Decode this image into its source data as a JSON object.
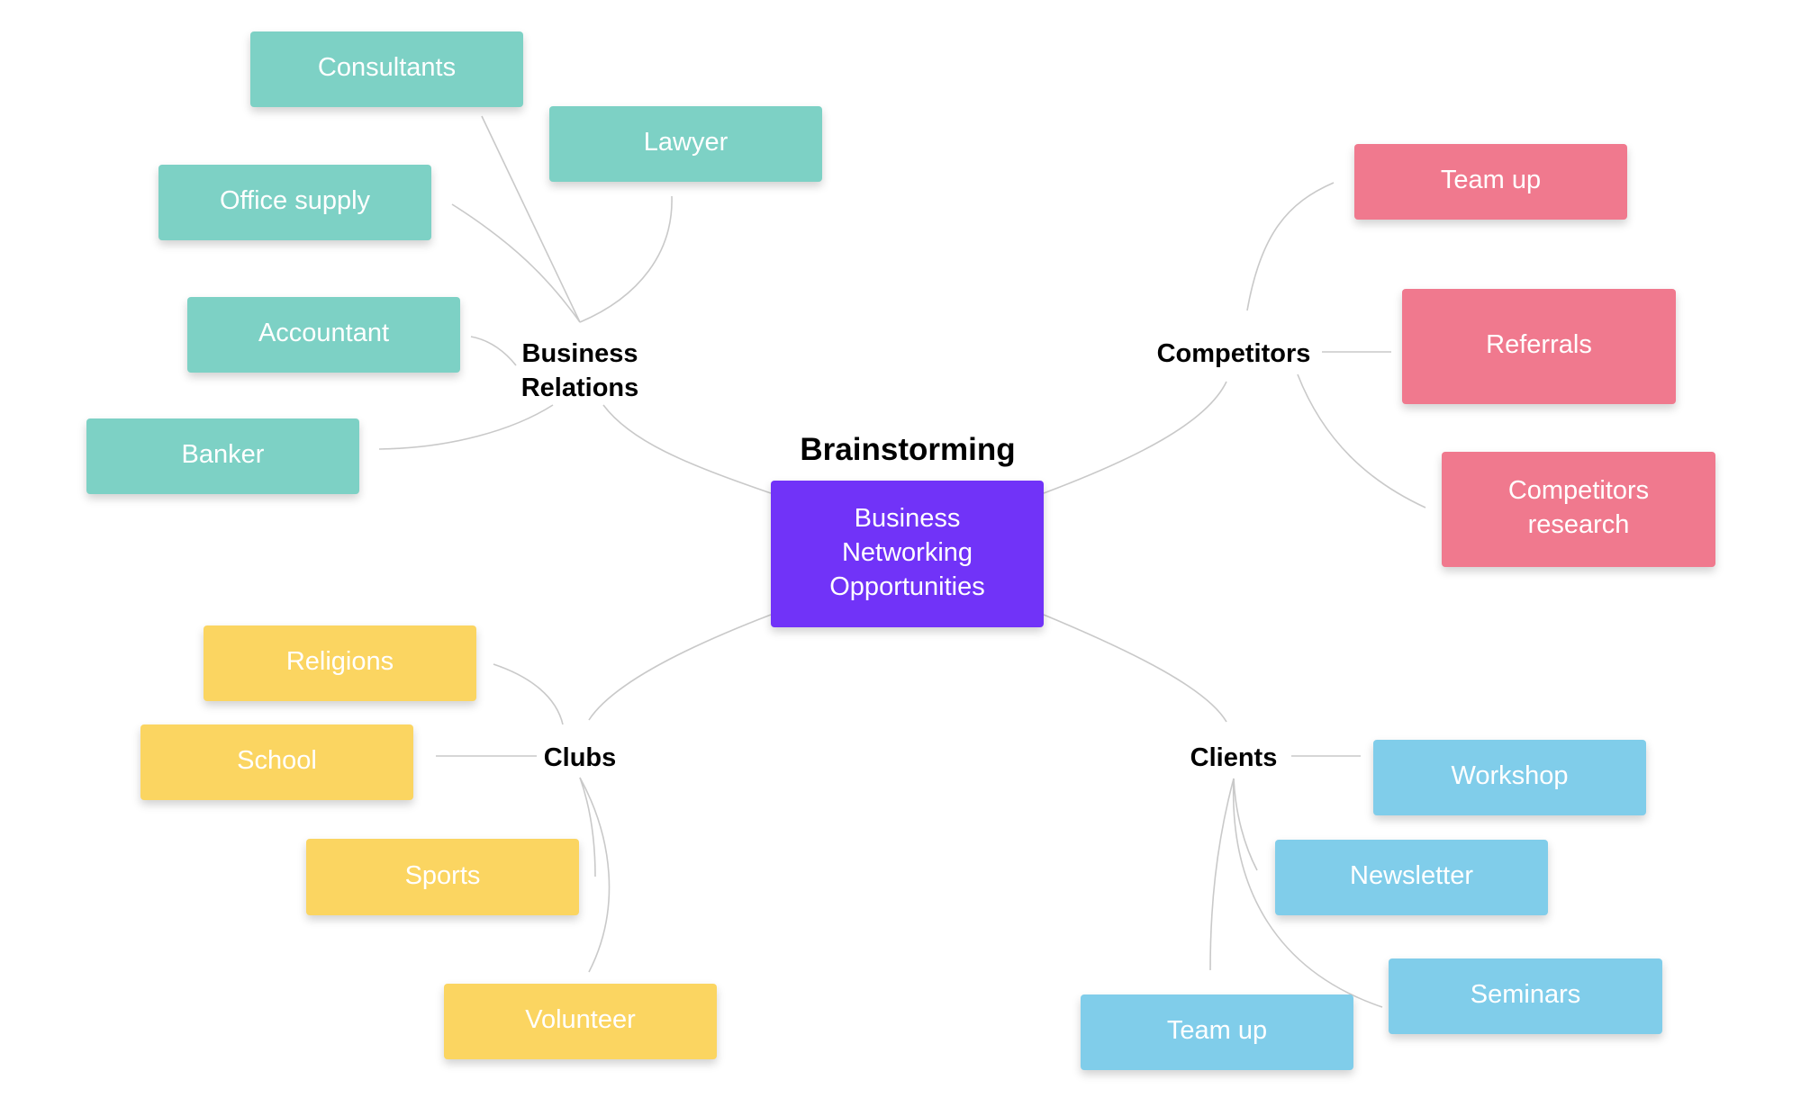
{
  "title": "Brainstorming",
  "colors": {
    "center": "#7133F8",
    "business_relations": "#7DD1C5",
    "competitors": "#F0798E",
    "clubs": "#FBD561",
    "clients": "#80CDEA",
    "connector": "#C9C9C9"
  },
  "center": {
    "label": "Business\nNetworking\nOpportunities"
  },
  "branches": {
    "business_relations": {
      "label": "Business\nRelations",
      "items": [
        "Consultants",
        "Lawyer",
        "Office supply",
        "Accountant",
        "Banker"
      ]
    },
    "competitors": {
      "label": "Competitors",
      "items": [
        "Team up",
        "Referrals",
        "Competitors\nresearch"
      ]
    },
    "clubs": {
      "label": "Clubs",
      "items": [
        "Religions",
        "School",
        "Sports",
        "Volunteer"
      ]
    },
    "clients": {
      "label": "Clients",
      "items": [
        "Workshop",
        "Newsletter",
        "Seminars",
        "Team up"
      ]
    }
  }
}
